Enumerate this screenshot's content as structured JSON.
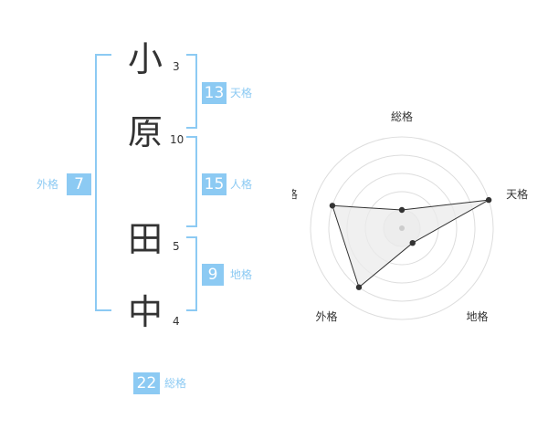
{
  "name": {
    "chars": [
      {
        "char": "小",
        "strokes": "3"
      },
      {
        "char": "原",
        "strokes": "10"
      },
      {
        "char": "田",
        "strokes": "5"
      },
      {
        "char": "中",
        "strokes": "4"
      }
    ]
  },
  "kakusu": {
    "tenkaku": {
      "value": "13",
      "label": "天格"
    },
    "jinkaku": {
      "value": "15",
      "label": "人格"
    },
    "chikaku": {
      "value": "9",
      "label": "地格"
    },
    "gaikaku": {
      "value": "7",
      "label": "外格"
    },
    "soukaku": {
      "value": "22",
      "label": "総格"
    }
  },
  "colors": {
    "accent": "#8ccaf3",
    "text": "#333333",
    "radar_fill": "#ebebeb",
    "radar_ring": "#dddddd"
  },
  "chart_data": {
    "type": "radar",
    "axes": [
      "総格",
      "天格",
      "地格",
      "外格",
      "人格"
    ],
    "values": [
      1,
      5,
      1,
      4,
      4
    ],
    "rlim": [
      0,
      5
    ],
    "rings": 5
  }
}
